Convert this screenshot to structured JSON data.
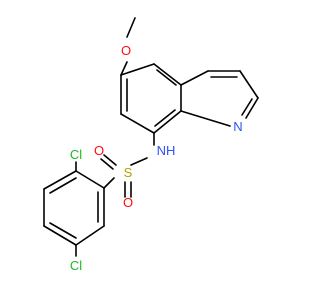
{
  "molecule": {
    "atoms": {
      "oxygen_methoxy": "O",
      "nitrogen_ring": "N",
      "amide_nh": "NH",
      "sulfur": "S",
      "sulfonyl_o_left": "O",
      "sulfonyl_o_bottom": "O",
      "chlorine_top": "Cl",
      "chlorine_bottom": "Cl"
    },
    "colors": {
      "bond": "#000000",
      "oxygen": "#ff0d0d",
      "nitrogen": "#3050f8",
      "sulfur": "#b3a200",
      "chlorine": "#1fb81f"
    }
  }
}
